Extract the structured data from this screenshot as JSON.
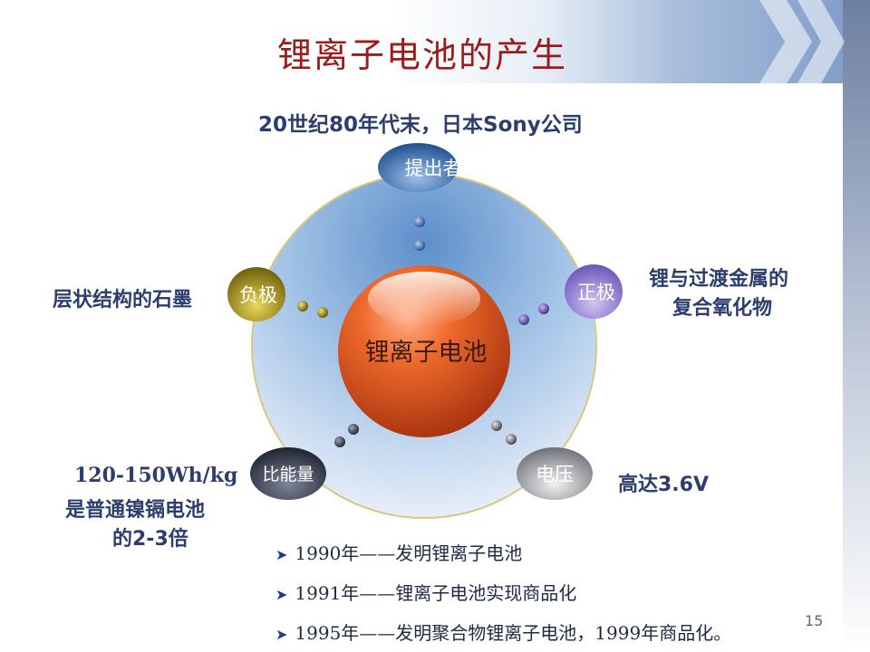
{
  "slide": {
    "title": "锂离子电池的产生",
    "subtitle": "20世纪80年代末，日本Sony公司",
    "center_label": "锂离子电池",
    "nodes": {
      "top": "提出者",
      "left": "负极",
      "right": "正极",
      "bottom_left": "比能量",
      "bottom_right": "电压"
    },
    "notes": {
      "anode": "层状结构的石墨",
      "cathode_line1": "锂与过渡金属的",
      "cathode_line2": "复合氧化物",
      "energy_line1": "120-150Wh/kg",
      "energy_line2": "是普通镍镉电池",
      "energy_line3": "的2-3倍",
      "voltage": "高达3.6V"
    },
    "timeline": [
      {
        "text": "1990年——发明锂离子电池"
      },
      {
        "text": "1991年——锂离子电池实现商品化"
      },
      {
        "text": "1995年——发明聚合物锂离子电池，1999年商品化。"
      }
    ],
    "page_number": "15",
    "colors": {
      "title": "#9b1b1b",
      "text": "#2d3e6e",
      "center_ball": "#d9531e",
      "big_circle": "#7aa3d6"
    }
  }
}
